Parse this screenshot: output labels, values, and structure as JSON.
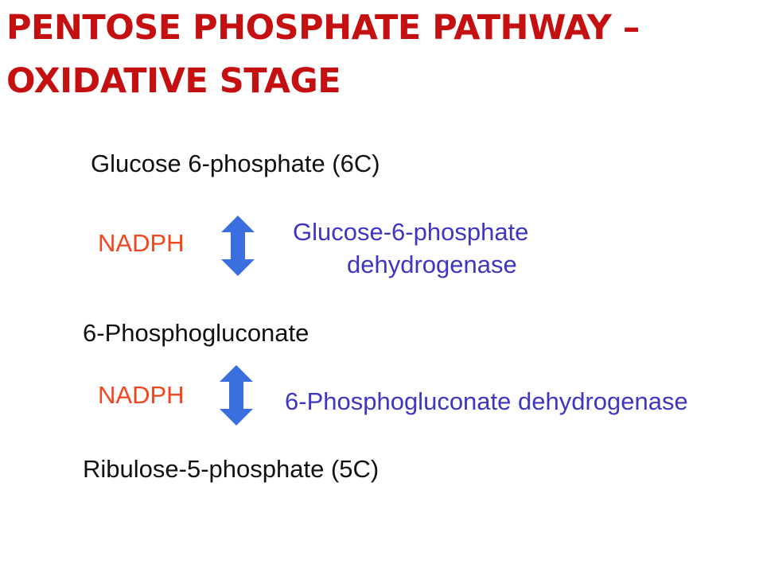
{
  "title": {
    "line1": "PENTOSE PHOSPHATE PATHWAY –",
    "line2": "OXIDATIVE STAGE"
  },
  "colors": {
    "title": "#c41010",
    "compound": "#111111",
    "cofactor": "#f2461e",
    "enzyme": "#3e36c2",
    "arrow": "#3b6fdf"
  },
  "pathway": {
    "compounds": [
      "Glucose 6-phosphate (6C)",
      "6-Phosphogluconate",
      "Ribulose-5-phosphate (5C)"
    ],
    "steps": [
      {
        "cofactor": "NADPH",
        "arrow_icon": "double-headed-arrow-icon",
        "enzyme_line1": "Glucose-6-phosphate",
        "enzyme_line2": "dehydrogenase"
      },
      {
        "cofactor": "NADPH",
        "arrow_icon": "double-headed-arrow-icon",
        "enzyme_line1": "6-Phosphogluconate dehydrogenase"
      }
    ]
  }
}
